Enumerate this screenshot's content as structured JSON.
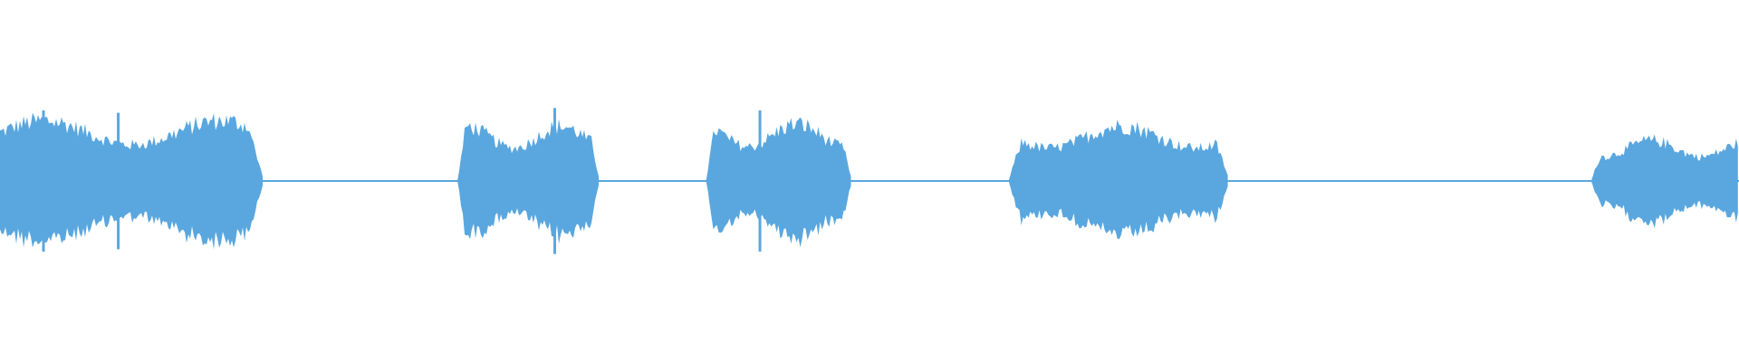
{
  "waveform": {
    "color": "#5aa7df",
    "background": "#ffffff",
    "segments": [
      {
        "start": 0.0,
        "end": 0.152,
        "amp": 0.55
      },
      {
        "start": 0.263,
        "end": 0.345,
        "amp": 0.5
      },
      {
        "start": 0.406,
        "end": 0.49,
        "amp": 0.52
      },
      {
        "start": 0.58,
        "end": 0.707,
        "amp": 0.5
      },
      {
        "start": 0.915,
        "end": 1.0,
        "amp": 0.37
      }
    ],
    "spikes": [
      {
        "pos": 0.025,
        "amp": 0.6
      },
      {
        "pos": 0.068,
        "amp": 0.58
      },
      {
        "pos": 0.319,
        "amp": 0.62
      },
      {
        "pos": 0.437,
        "amp": 0.6
      }
    ]
  }
}
